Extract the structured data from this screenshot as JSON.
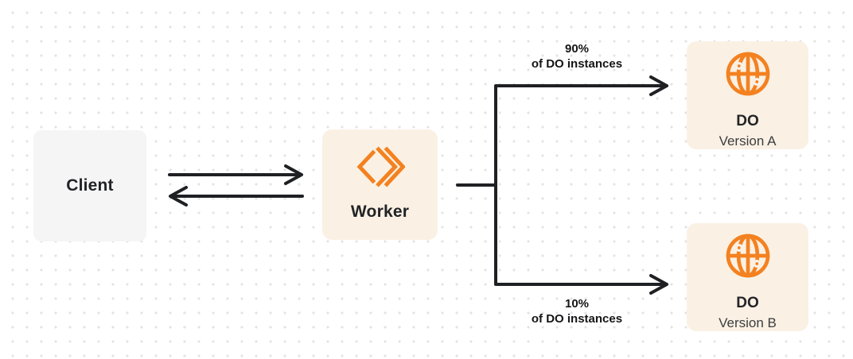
{
  "diagram": {
    "client": {
      "label": "Client"
    },
    "worker": {
      "label": "Worker",
      "icon": "workers-chevrons-icon"
    },
    "version_a": {
      "title": "DO",
      "subtitle": "Version A",
      "icon": "globe-icon"
    },
    "version_b": {
      "title": "DO",
      "subtitle": "Version B",
      "icon": "globe-icon"
    },
    "branch_top": {
      "percent": "90%",
      "caption": "of DO instances"
    },
    "branch_bottom": {
      "percent": "10%",
      "caption": "of DO instances"
    },
    "colors": {
      "accent_orange": "#f48120",
      "node_cream": "#faf1e4",
      "client_gray": "#f5f5f6",
      "line_ink": "#1f2023",
      "subtitle_gray": "#3c3d40",
      "dot_grid": "#e3e3e6"
    }
  }
}
